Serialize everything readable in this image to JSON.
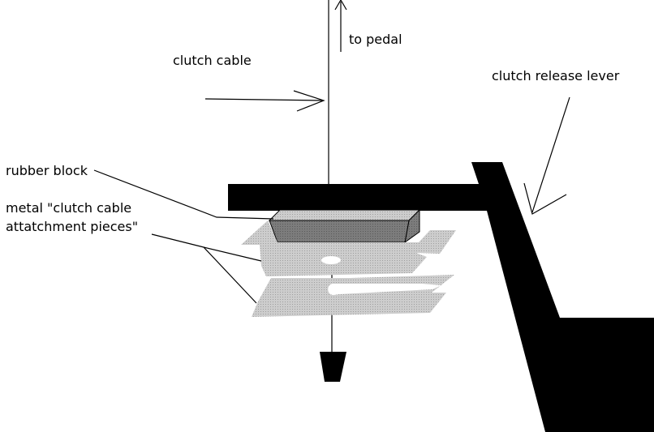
{
  "labels": {
    "to_pedal": "to pedal",
    "clutch_cable": "clutch cable",
    "clutch_release_lever": "clutch release lever",
    "rubber_block": "rubber block",
    "metal_pieces_line1": "metal \"clutch cable",
    "metal_pieces_line2": "attatchment pieces\""
  },
  "colors": {
    "lever": "#000000",
    "rubber_block_side": "#7a7a7a",
    "rubber_block_top": "#9a9a9a",
    "metal_pieces": "#c4c4c4",
    "line": "#000000"
  }
}
